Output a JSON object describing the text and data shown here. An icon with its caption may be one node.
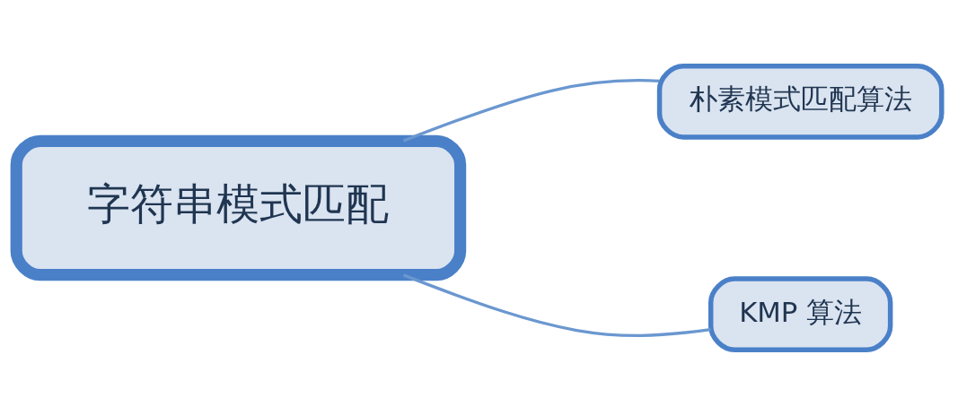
{
  "diagram": {
    "nodes": [
      {
        "text": [
          "字符串模式匹配"
        ]
      },
      {
        "text": [
          "朴素模式匹配算法"
        ]
      },
      {
        "text": [
          "KMP 算法"
        ]
      }
    ],
    "edges": [
      {
        "from": 0,
        "to": 1,
        "arrow": "none"
      },
      {
        "from": 0,
        "to": 2,
        "arrow": "none"
      }
    ]
  }
}
